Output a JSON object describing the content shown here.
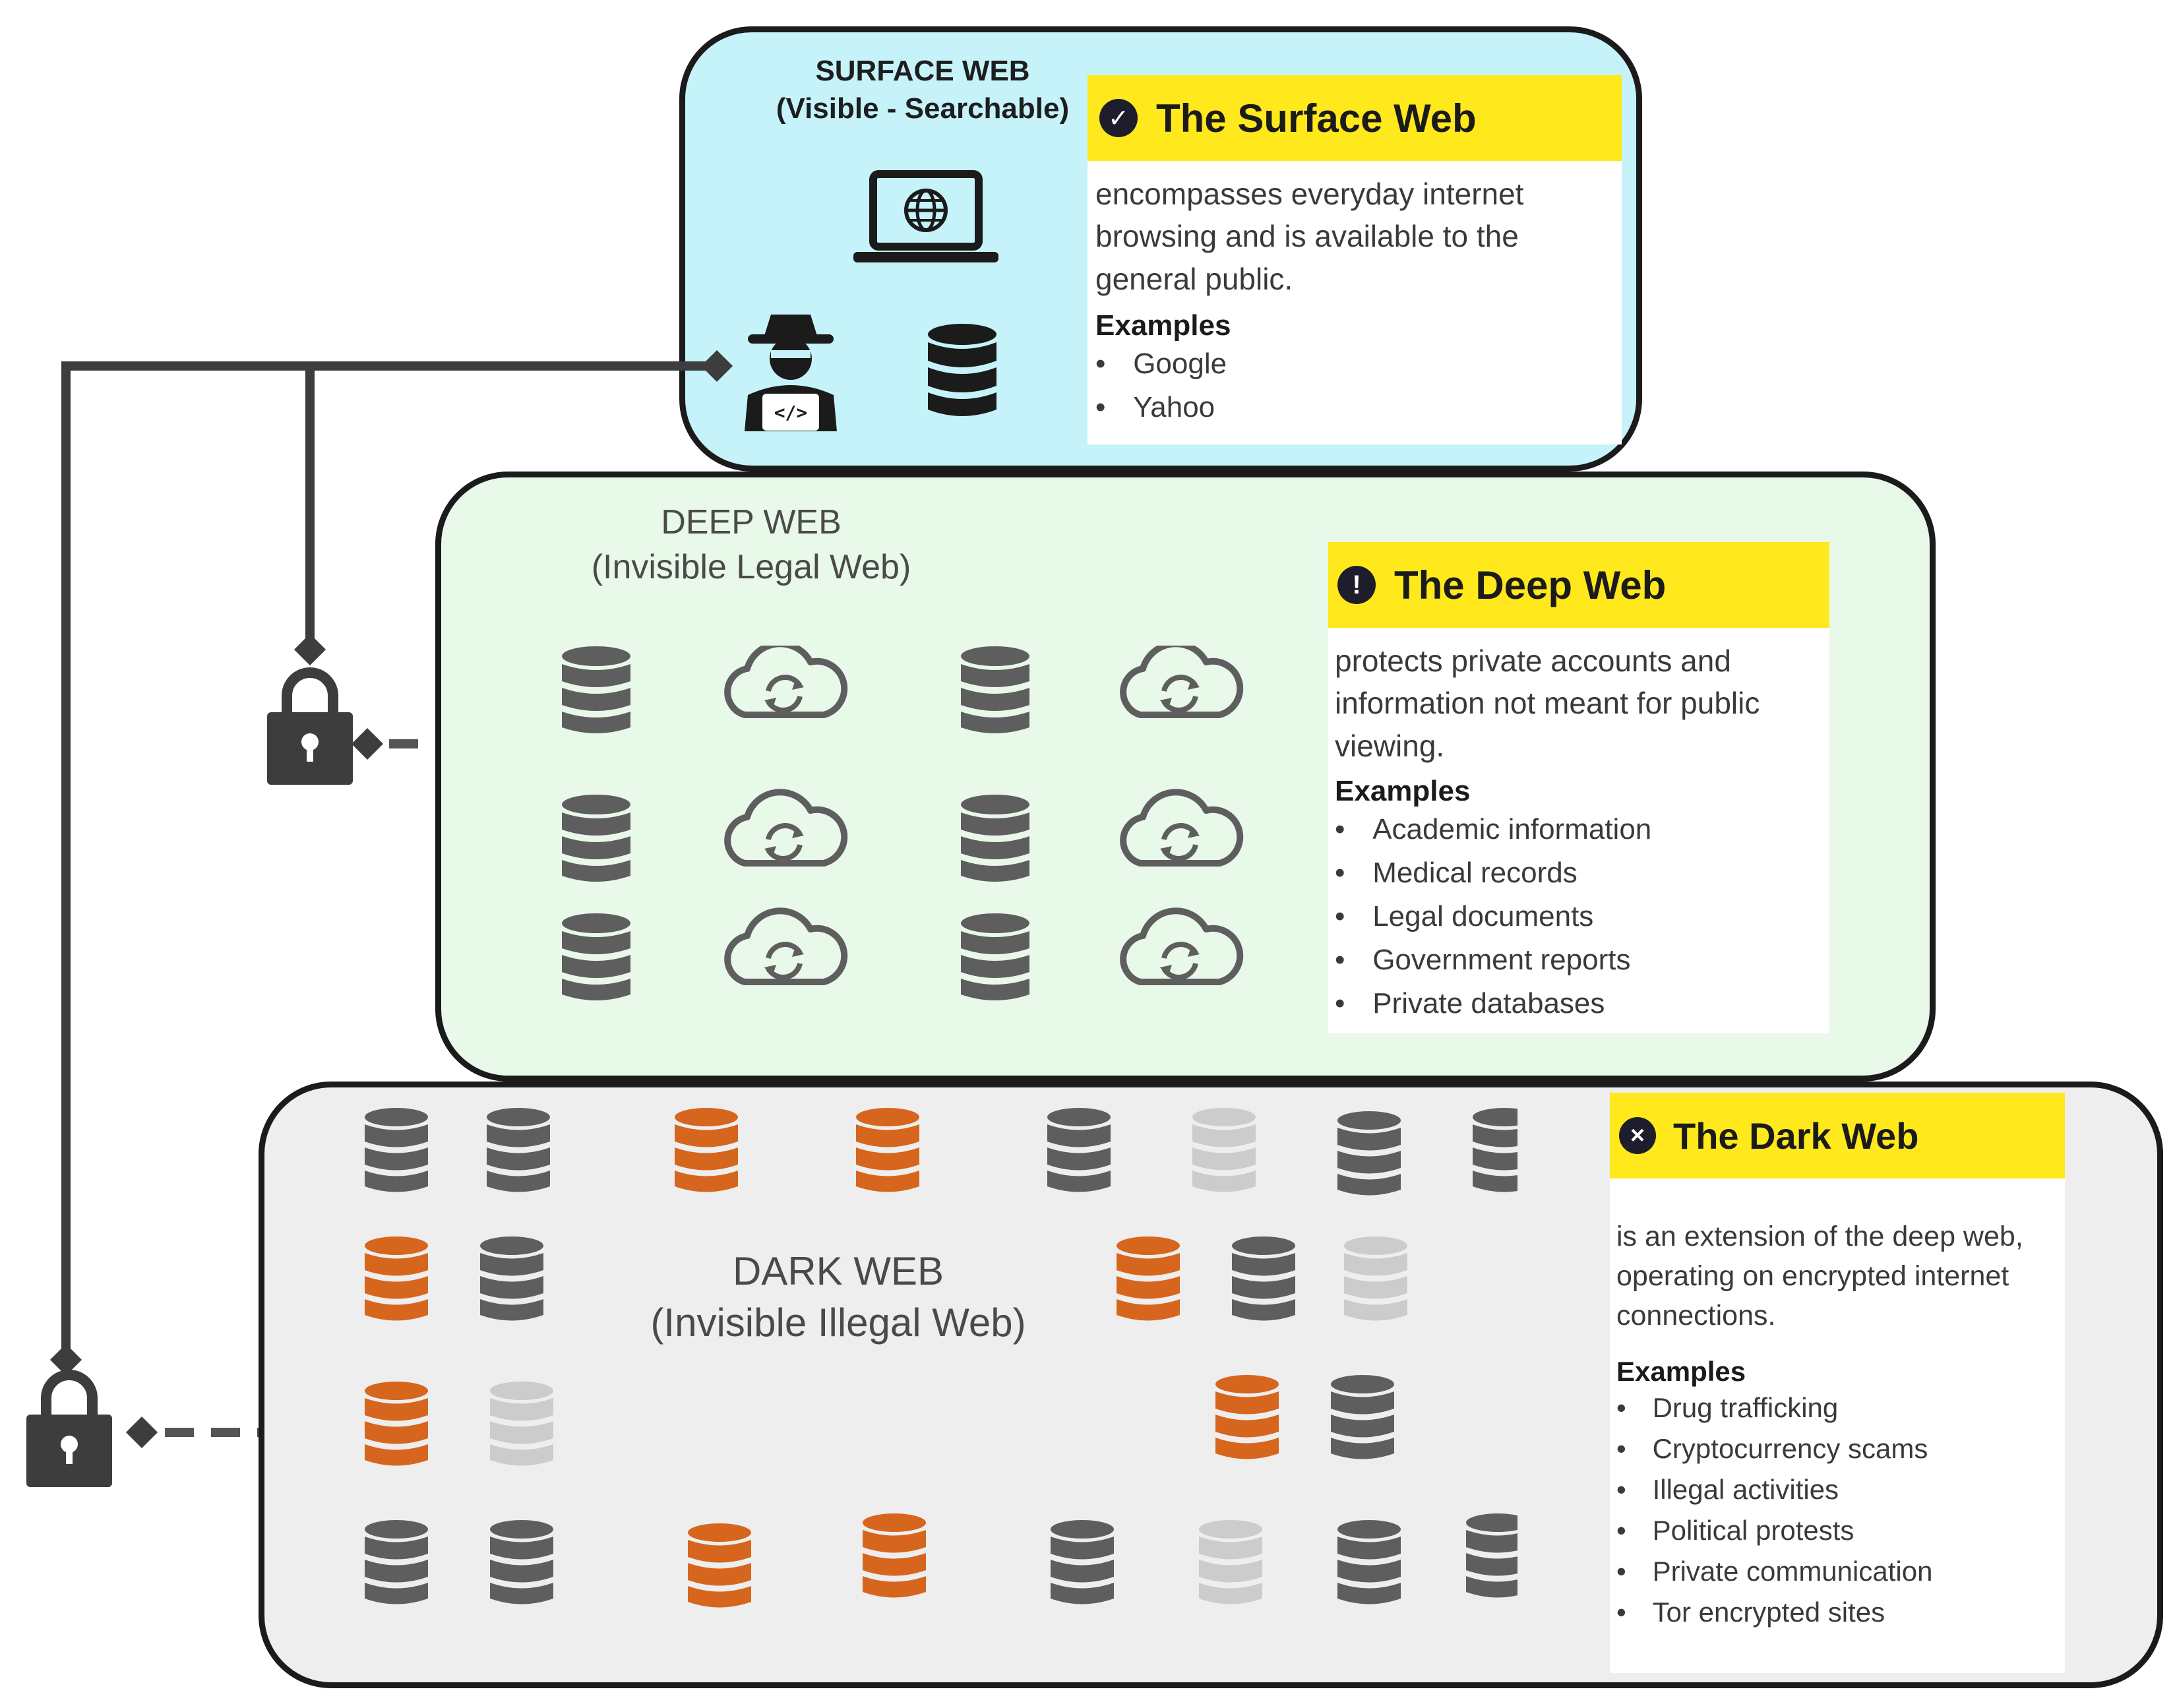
{
  "surface": {
    "title_line1": "SURFACE WEB",
    "title_line2": "(Visible - Searchable)",
    "card": {
      "heading": "The Surface Web",
      "description": "encompasses everyday internet browsing and is available to the general public.",
      "examples_label": "Examples",
      "examples": [
        "Google",
        "Yahoo"
      ]
    },
    "icons": [
      "laptop-globe-icon",
      "hacker-icon",
      "database-icon"
    ]
  },
  "deep": {
    "title_line1": "DEEP WEB",
    "title_line2": "(Invisible Legal Web)",
    "card": {
      "heading": "The Deep Web",
      "description": "protects private accounts and information not meant for public viewing.",
      "examples_label": "Examples",
      "examples": [
        "Academic information",
        "Medical records",
        "Legal documents",
        "Government reports",
        "Private databases"
      ]
    },
    "icons": [
      "database-icon",
      "cloud-sync-icon"
    ]
  },
  "dark": {
    "title_line1": "DARK WEB",
    "title_line2": "(Invisible Illegal Web)",
    "card": {
      "heading": "The Dark Web",
      "description": "is an extension of the deep web, operating on encrypted internet connections.",
      "examples_label": "Examples",
      "examples": [
        "Drug trafficking",
        "Cryptocurrency scams",
        "Illegal activities",
        "Political protests",
        "Private communication",
        "Tor encrypted sites"
      ]
    },
    "icons": [
      "database-icon",
      "padlock-icon"
    ]
  },
  "colors": {
    "surface_bg": "#c5f3f9",
    "deep_bg": "#e9f9e9",
    "dark_bg": "#eeeeee",
    "card_header": "#ffe81c",
    "db_dark": "#5e5e5e",
    "db_orange": "#d6661d",
    "db_light": "#cccccc",
    "connector": "#3d3d3d"
  }
}
